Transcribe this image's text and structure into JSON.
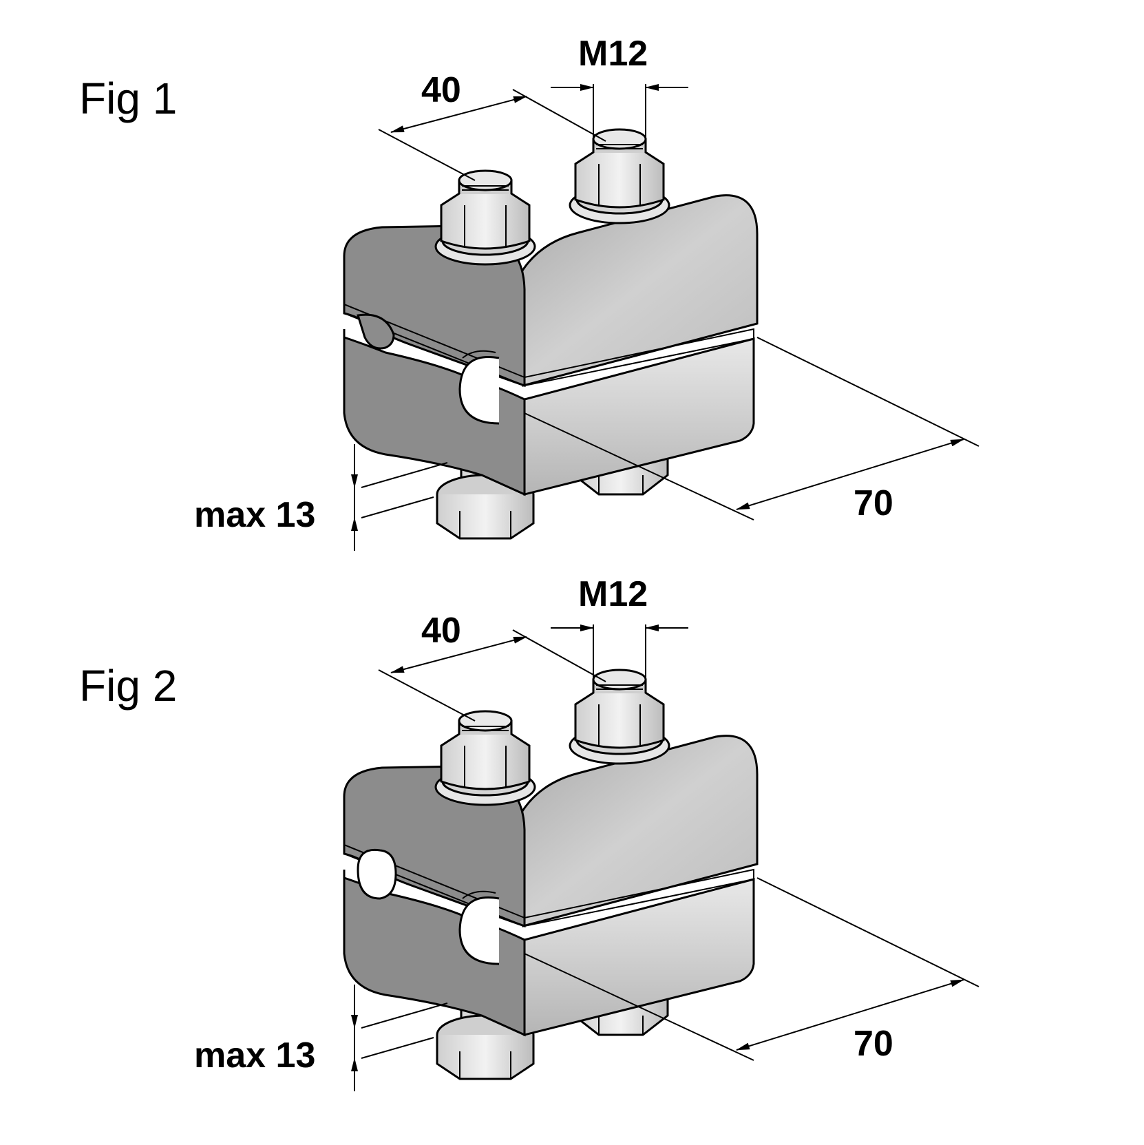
{
  "figures": [
    {
      "label": "Fig 1",
      "variant": "single-groove-top",
      "dims": {
        "spacing": "40",
        "thread": "M12",
        "length": "70",
        "max_gap": "max 13"
      }
    },
    {
      "label": "Fig 2",
      "variant": "double-groove",
      "dims": {
        "spacing": "40",
        "thread": "M12",
        "length": "70",
        "max_gap": "max 13"
      }
    }
  ],
  "colors": {
    "body_front": "#8c8c8c",
    "body_top": "#c8c8c8",
    "body_side": "#d6d6d6",
    "metal_light": "#e4e4e4",
    "metal_mid": "#b8b8b8",
    "line": "#000000"
  }
}
